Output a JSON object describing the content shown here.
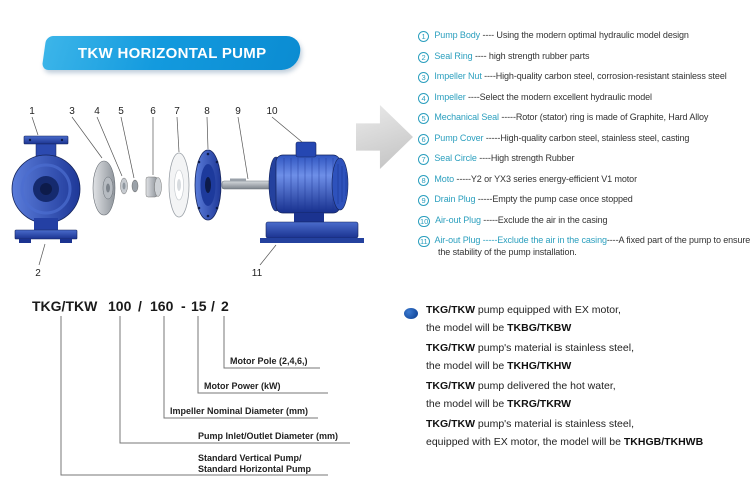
{
  "banner": {
    "title": "TKW HORIZONTAL PUMP"
  },
  "accent_colors": {
    "banner_blue": "#0b8cd2",
    "part_teal": "#2B9FBE",
    "pump_blue": "#1e3898",
    "bullet_blue": "#154a9e"
  },
  "diagram": {
    "callouts": [
      "1",
      "3",
      "4",
      "5",
      "6",
      "7",
      "8",
      "9",
      "10",
      "2",
      "11"
    ]
  },
  "parts": [
    {
      "num": "1",
      "name": "Pump Body",
      "desc": "---- Using the modern optimal hydraulic model design"
    },
    {
      "num": "2",
      "name": "Seal Ring",
      "desc": "---- high strength rubber parts"
    },
    {
      "num": "3",
      "name": "Impeller Nut",
      "desc": "----High-quality carbon steel, corrosion-resistant stainless steel"
    },
    {
      "num": "4",
      "name": "Impeller",
      "desc": "----Select the modern excellent hydraulic model"
    },
    {
      "num": "5",
      "name": "Mechanical Seal",
      "desc": "-----Rotor (stator) ring is made of Graphite, Hard Alloy"
    },
    {
      "num": "6",
      "name": "Pump Cover",
      "desc": "-----High-quality carbon steel, stainless steel, casting"
    },
    {
      "num": "7",
      "name": "Seal Circle",
      "desc": "----High strength Rubber"
    },
    {
      "num": "8",
      "name": "Moto",
      "desc": "-----Y2 or YX3 series energy-efficient V1 motor"
    },
    {
      "num": "9",
      "name": "Drain Plug",
      "desc": "-----Empty the pump case once stopped"
    },
    {
      "num": "10",
      "name": "Air-out Plug",
      "desc": "-----Exclude the air in the casing"
    },
    {
      "num": "11",
      "name": "Air-out Plug",
      "teal_tail": "-----Exclude the air in the casing",
      "desc": "----A fixed part of the pump to ensure the stability of the pump installation."
    }
  ],
  "model": {
    "tokens": [
      "TKG/TKW",
      "100",
      "/",
      "160",
      "-",
      "15",
      "/",
      "2"
    ],
    "labels": [
      "Motor Pole (2,4,6,)",
      "Motor Power (kW)",
      "Impeller Nominal Diameter (mm)",
      "Pump Inlet/Outlet Diameter (mm)",
      "Standard Vertical Pump/",
      "Standard  Horizontal Pump"
    ]
  },
  "variants": [
    {
      "l1b": "TKG/TKW",
      "l1n": " pump equipped with EX motor,",
      "l2n": "the model will be ",
      "l2b": "TKBG/TKBW"
    },
    {
      "l1b": "TKG/TKW",
      "l1n": " pump's material is stainless steel,",
      "l2n": "the model will be ",
      "l2b": "TKHG/TKHW"
    },
    {
      "l1b": "TKG/TKW",
      "l1n": " pump delivered the hot water,",
      "l2n": "the model will be ",
      "l2b": "TKRG/TKRW"
    },
    {
      "l1b": "TKG/TKW",
      "l1n": " pump's material is stainless steel,",
      "l2n": "equipped with EX motor, the model will be ",
      "l2b": "TKHGB/TKHWB"
    }
  ]
}
